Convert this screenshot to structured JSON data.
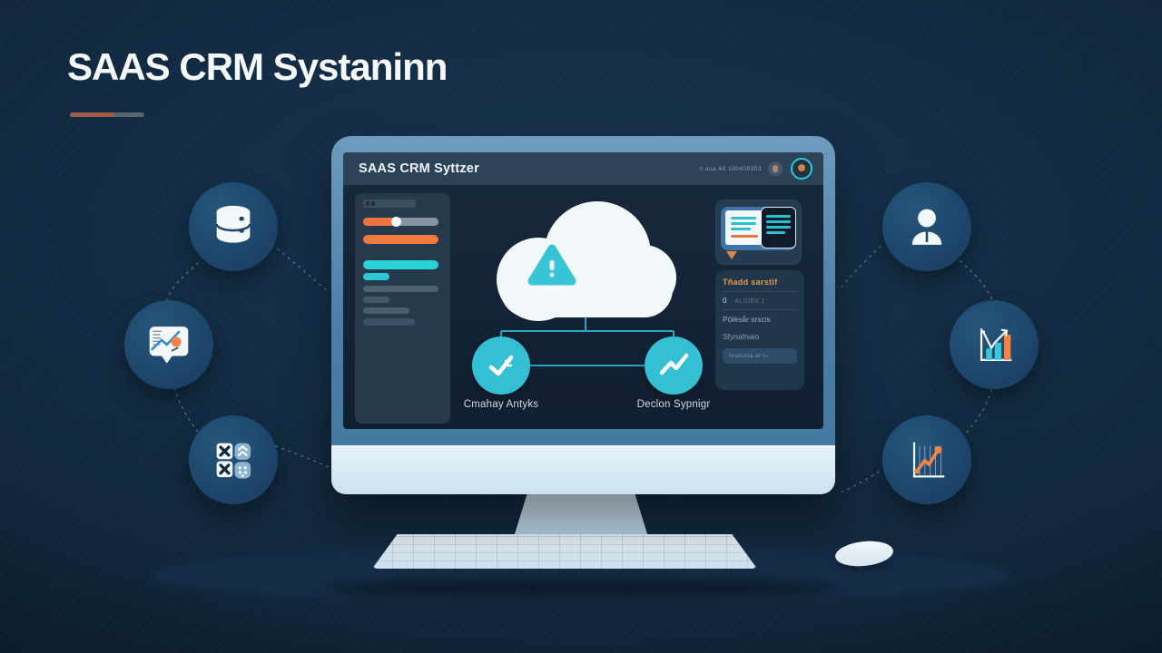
{
  "page": {
    "title": "SAAS CRM Systaninn"
  },
  "monitor": {
    "app_title": "SAAS CRM Syttzer",
    "header_meta": "n aua 48 100408303",
    "nodes": {
      "left_label": "Cmahay Antyks",
      "right_label": "Declon Sypnigr"
    },
    "side_panel": {
      "heading": "Tñadd sarstif",
      "row_zero_key": "0",
      "row_zero_value": "ALIDE# 1",
      "row_two": "Pölésår srscis",
      "row_three": "Sfynafnaio",
      "footer": "hratstua ar t–"
    }
  },
  "icons": {
    "satellites": [
      "database-icon",
      "report-bubble-icon",
      "apps-grid-icon",
      "user-icon",
      "bar-chart-icon",
      "line-chart-icon"
    ],
    "cloud_badge": "warning-triangle-icon"
  },
  "colors": {
    "accent_orange": "#f0793f",
    "accent_teal": "#2bd0d8",
    "frame_blue": "#4b7da6",
    "satellite_blue": "#1f4a6d",
    "panel_heading_orange": "#e29b4b"
  }
}
